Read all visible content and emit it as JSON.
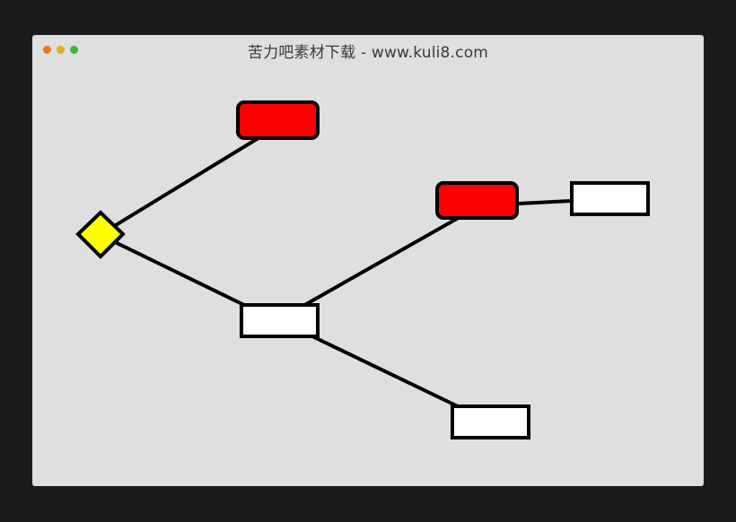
{
  "window": {
    "title": "苦力吧素材下载 - www.kuli8.com",
    "controls": [
      {
        "name": "close",
        "color": "#f0761f"
      },
      {
        "name": "minimize",
        "color": "#e0b224"
      },
      {
        "name": "maximize",
        "color": "#3ab53a"
      }
    ]
  },
  "colors": {
    "window_background": "#dfdfdf",
    "page_background": "#1c1b1c",
    "root_fill": "#ffff00",
    "red_node_fill": "#ff0000",
    "white_node_fill": "#ffffff",
    "stroke": "#000000"
  },
  "diagram": {
    "nodes": [
      {
        "id": "root",
        "shape": "diamond",
        "color": "yellow"
      },
      {
        "id": "branch-top",
        "shape": "rounded-rect",
        "color": "red"
      },
      {
        "id": "branch-middle",
        "shape": "rect",
        "color": "white"
      },
      {
        "id": "branch-middle-upper",
        "shape": "rounded-rect",
        "color": "red"
      },
      {
        "id": "branch-middle-upper-leaf",
        "shape": "rect",
        "color": "white"
      },
      {
        "id": "branch-middle-lower",
        "shape": "rect",
        "color": "white"
      }
    ],
    "edges": [
      {
        "from": "root",
        "to": "branch-top"
      },
      {
        "from": "root",
        "to": "branch-middle"
      },
      {
        "from": "branch-middle",
        "to": "branch-middle-upper"
      },
      {
        "from": "branch-middle-upper",
        "to": "branch-middle-upper-leaf"
      },
      {
        "from": "branch-middle",
        "to": "branch-middle-lower"
      }
    ]
  }
}
